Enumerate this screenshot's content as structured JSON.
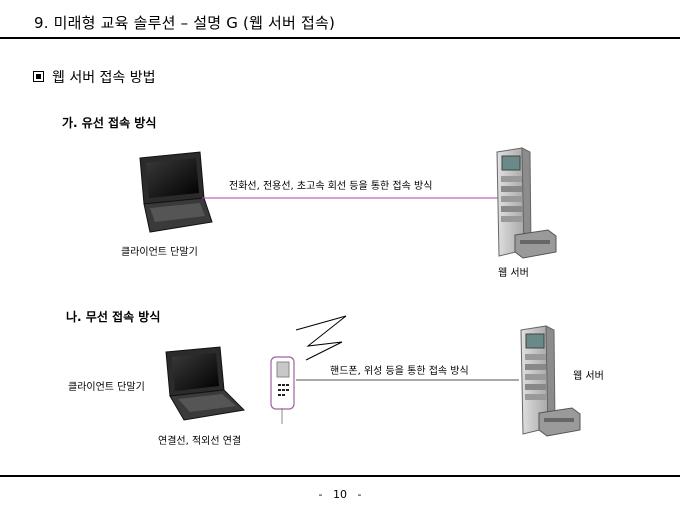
{
  "header": {
    "title": "9. 미래형 교육 솔루션 – 설명 G (웹 서버 접속)"
  },
  "section": {
    "title": "웹 서버 접속 방법"
  },
  "wired": {
    "heading": "가. 유선 접속 방식",
    "line_label": "전화선, 전용선, 초고속 회선 등을 통한 접속 방식",
    "client_label": "클라이언트 단말기",
    "server_label": "웹 서버"
  },
  "wireless": {
    "heading": "나. 무선  접속 방식",
    "line_label": "핸드폰, 위성 등을 통한 접속 방식",
    "client_label": "클라이언트 단말기",
    "server_label": "웹 서버",
    "connect_label": "연결선, 적외선 연결"
  },
  "footer": {
    "page": "-   10   -"
  },
  "colors": {
    "wired_line": "#b040b0",
    "wireless_line": "#555555"
  },
  "icons": [
    "laptop-icon",
    "server-rack-icon",
    "phone-icon",
    "signal-icon"
  ]
}
